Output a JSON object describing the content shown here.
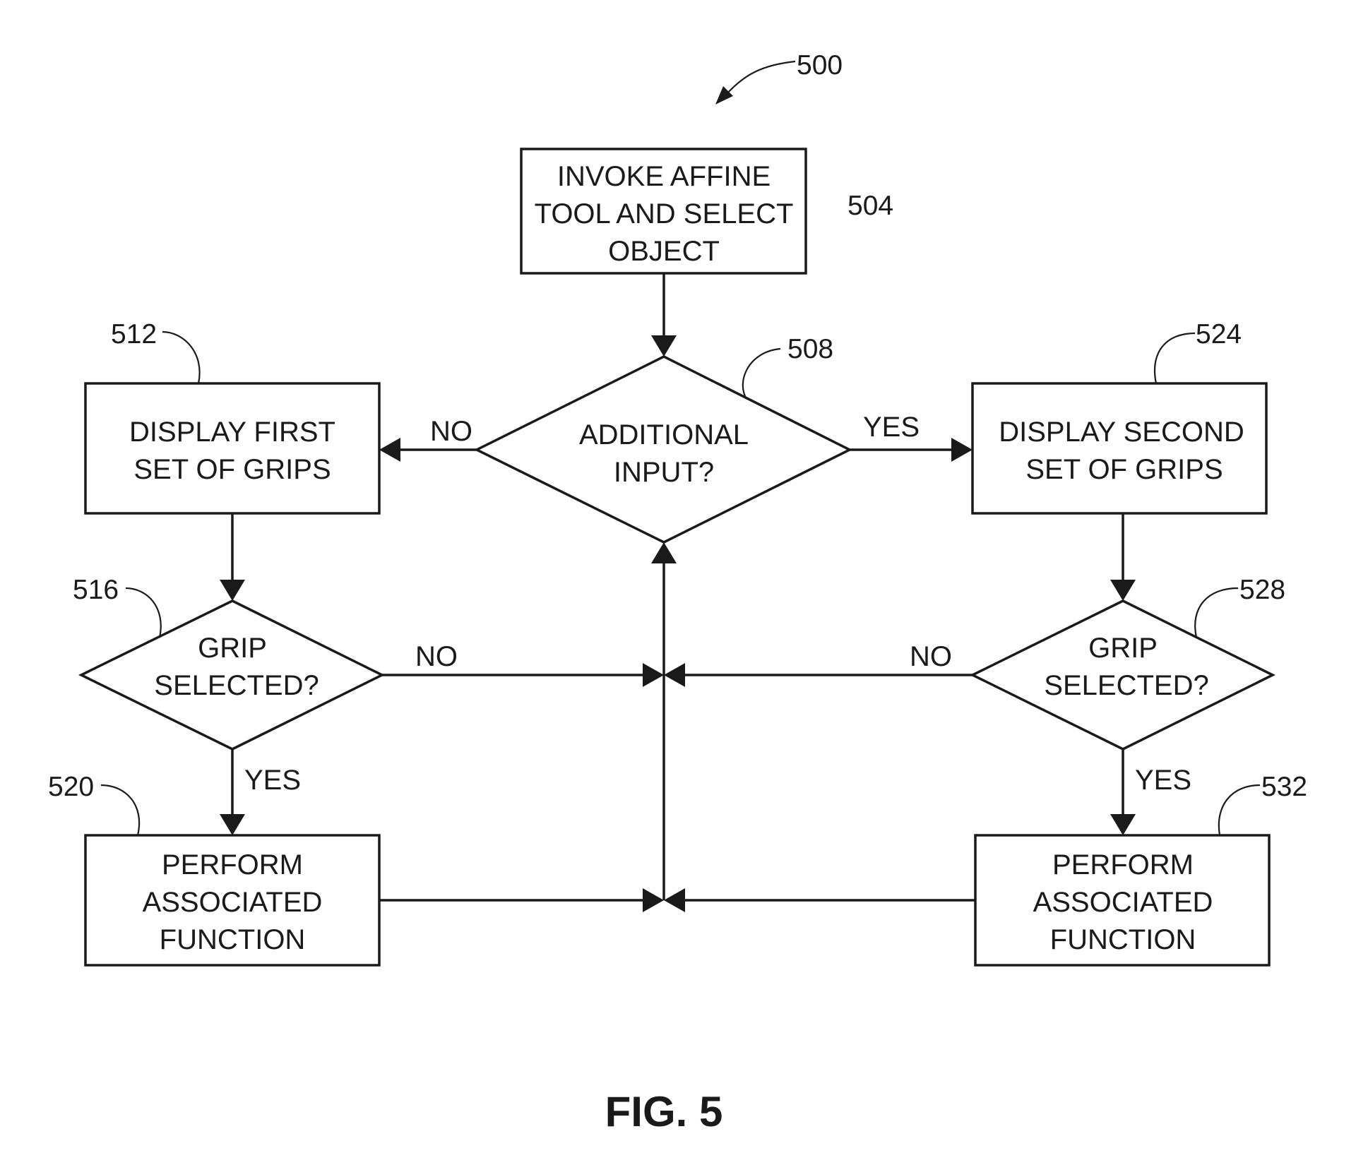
{
  "figure": {
    "title": "FIG. 5",
    "ref": "500"
  },
  "nodes": {
    "start": {
      "ref": "504",
      "lines": [
        "INVOKE AFFINE",
        "TOOL AND SELECT",
        "OBJECT"
      ]
    },
    "decision_additional_input": {
      "ref": "508",
      "lines": [
        "ADDITIONAL",
        "INPUT?"
      ]
    },
    "display_first": {
      "ref": "512",
      "lines": [
        "DISPLAY FIRST",
        "SET OF GRIPS"
      ]
    },
    "grip_selected_left": {
      "ref": "516",
      "lines": [
        "GRIP",
        "SELECTED?"
      ]
    },
    "perform_left": {
      "ref": "520",
      "lines": [
        "PERFORM",
        "ASSOCIATED",
        "FUNCTION"
      ]
    },
    "display_second": {
      "ref": "524",
      "lines": [
        "DISPLAY SECOND",
        "SET OF GRIPS"
      ]
    },
    "grip_selected_right": {
      "ref": "528",
      "lines": [
        "GRIP",
        "SELECTED?"
      ]
    },
    "perform_right": {
      "ref": "532",
      "lines": [
        "PERFORM",
        "ASSOCIATED",
        "FUNCTION"
      ]
    }
  },
  "edge_labels": {
    "input_no": "NO",
    "input_yes": "YES",
    "left_no": "NO",
    "left_yes": "YES",
    "right_no": "NO",
    "right_yes": "YES"
  }
}
